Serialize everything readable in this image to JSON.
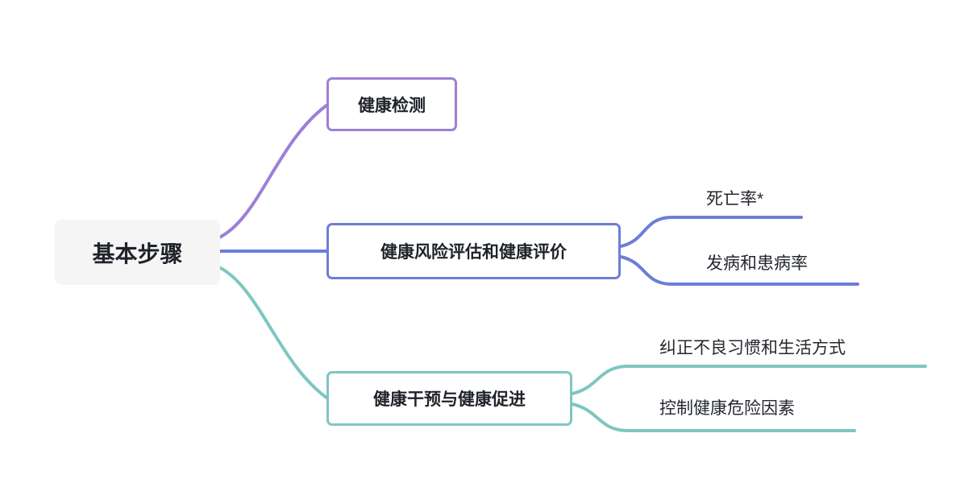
{
  "root": {
    "label": "基本步骤"
  },
  "branches": [
    {
      "label": "健康检测",
      "color": "#9d7fd6",
      "children": []
    },
    {
      "label": "健康风险评估和健康评价",
      "color": "#6d7ed6",
      "children": [
        {
          "label": "死亡率*"
        },
        {
          "label": "发病和患病率"
        }
      ]
    },
    {
      "label": "健康干预与健康促进",
      "color": "#7ec6c2",
      "children": [
        {
          "label": "纠正不良习惯和生活方式"
        },
        {
          "label": "控制健康危险因素"
        }
      ]
    }
  ],
  "colors": {
    "purple": "#9d7fd6",
    "blue": "#6d7ed6",
    "teal": "#7ec6c2",
    "root_background": "#f5f5f6"
  }
}
